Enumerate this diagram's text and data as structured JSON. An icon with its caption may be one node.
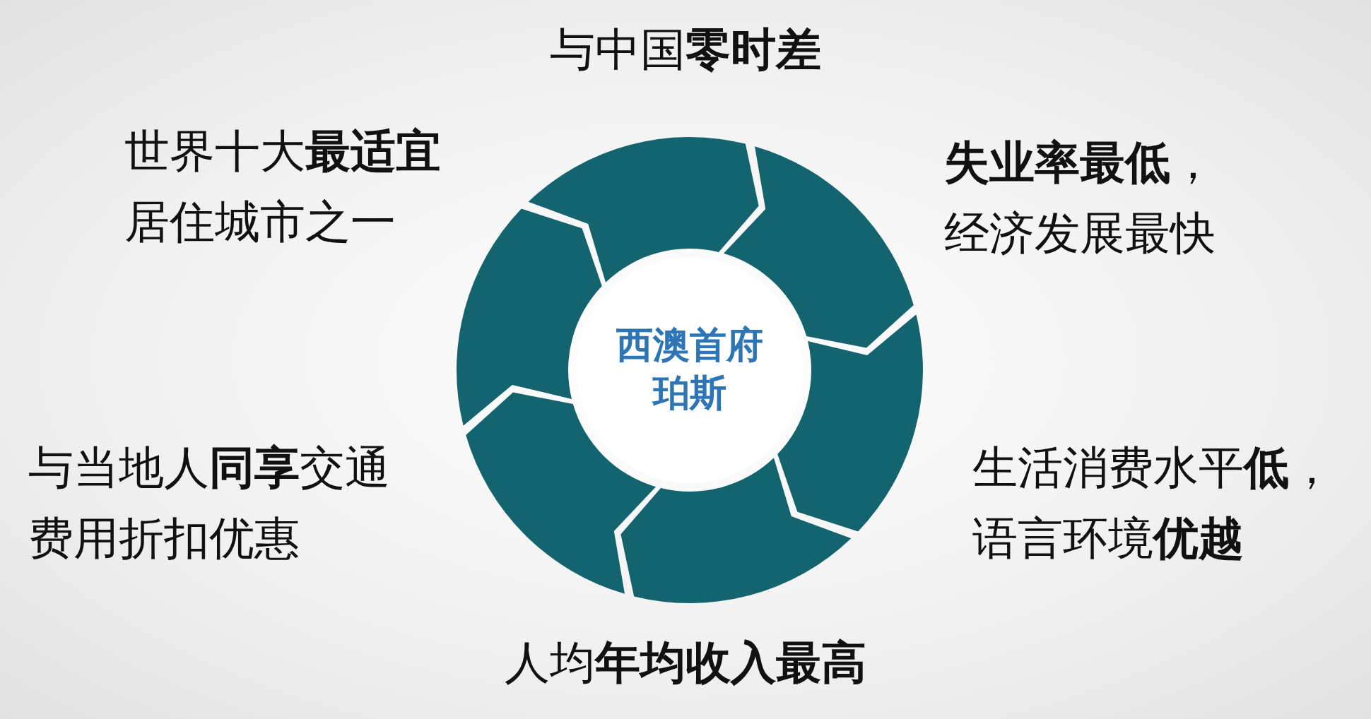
{
  "diagram": {
    "nodes": [
      {
        "text": [
          "西澳首府珀斯"
        ]
      }
    ],
    "labels": [
      "与中国**零时差**",
      "世界十大**最适宜**居住城市之一",
      "**失业率最低**，经济发展最快",
      "与当地人**同享**交通费用折扣优惠",
      "生活消费水平**低**，语言环境**优越**",
      "人均**年均收入最高**"
    ]
  }
}
